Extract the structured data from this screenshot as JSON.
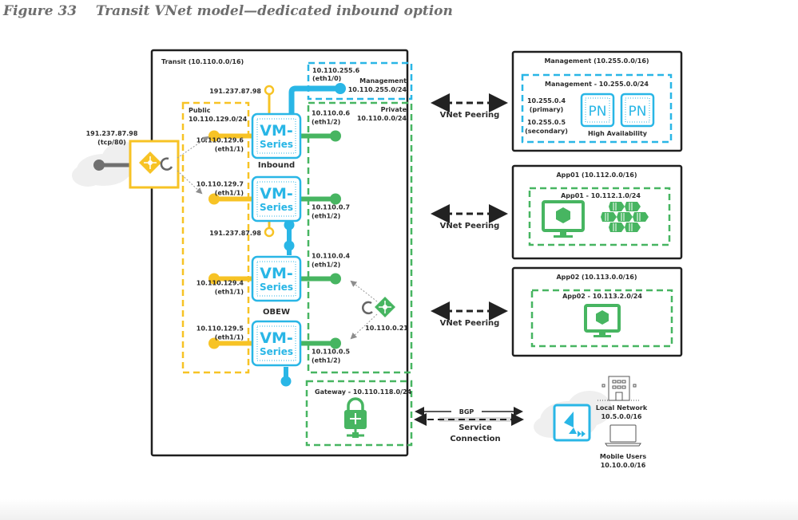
{
  "figure": {
    "number_label": "Figure 33",
    "title": "Transit VNet model—dedicated inbound option"
  },
  "colors": {
    "public": "#f7c325",
    "private": "#47b561",
    "management": "#29b6e6",
    "border": "#1f1f1f",
    "arrow_gray": "#9a9a9a"
  },
  "internet": {
    "ip": "191.237.87.98",
    "port": "(tcp/80)",
    "icon": "load-balancer-icon"
  },
  "transit": {
    "label": "Transit (10.110.0.0/16)",
    "public_subnet": {
      "name": "Public",
      "cidr": "10.110.129.0/24"
    },
    "private_subnet": {
      "name": "Private",
      "cidr": "10.110.0.0/24"
    },
    "mgmt_subnet": {
      "name": "Management",
      "cidr": "10.110.255.0/24",
      "ip": "10.110.255.6",
      "iface": "(eth1/0)"
    },
    "gateway_subnet": {
      "label": "Gateway - 10.110.118.0/24",
      "icon": "vpn-gateway-icon"
    },
    "inbound_group_label": "Inbound",
    "obew_group_label": "OBEW",
    "internal_lb_ip": "10.110.0.21",
    "firewalls": [
      {
        "line1": "VM-",
        "line2": "Series",
        "public_ip": "191.237.87.98",
        "eth1_ip": "10.110.129.6",
        "eth1": "(eth1/1)",
        "eth2_ip": "10.110.0.6",
        "eth2": "(eth1/2)"
      },
      {
        "line1": "VM-",
        "line2": "Series",
        "public_ip": "191.237.87.98",
        "eth1_ip": "10.110.129.7",
        "eth1": "(eth1/1)",
        "eth2_ip": "10.110.0.7",
        "eth2": "(eth1/2)"
      },
      {
        "line1": "VM-",
        "line2": "Series",
        "eth1_ip": "10.110.129.4",
        "eth1": "(eth1/1)",
        "eth2_ip": "10.110.0.4",
        "eth2": "(eth1/2)"
      },
      {
        "line1": "VM-",
        "line2": "Series",
        "eth1_ip": "10.110.129.5",
        "eth1": "(eth1/1)",
        "eth2_ip": "10.110.0.5",
        "eth2": "(eth1/2)"
      }
    ]
  },
  "peering_label": "VNet Peering",
  "management_vnet": {
    "label": "Management (10.255.0.0/16)",
    "subnet": "Management - 10.255.0.0/24",
    "primary_ip": "10.255.0.4",
    "primary": "(primary)",
    "secondary_ip": "10.255.0.5",
    "secondary": "(secondary)",
    "pn_label": "PN",
    "ha_label": "High Availability"
  },
  "app01": {
    "label": "App01 (10.112.0.0/16)",
    "subnet": "App01 - 10.112.1.0/24"
  },
  "app02": {
    "label": "App02 (10.113.0.0/16)",
    "subnet": "App02 - 10.113.2.0/24"
  },
  "service_connection": {
    "bgp": "BGP",
    "line1": "Service",
    "line2": "Connection"
  },
  "remote": {
    "local_network": "Local Network",
    "local_cidr": "10.5.0.0/16",
    "mobile_users": "Mobile Users",
    "mobile_cidr": "10.10.0.0/16"
  }
}
